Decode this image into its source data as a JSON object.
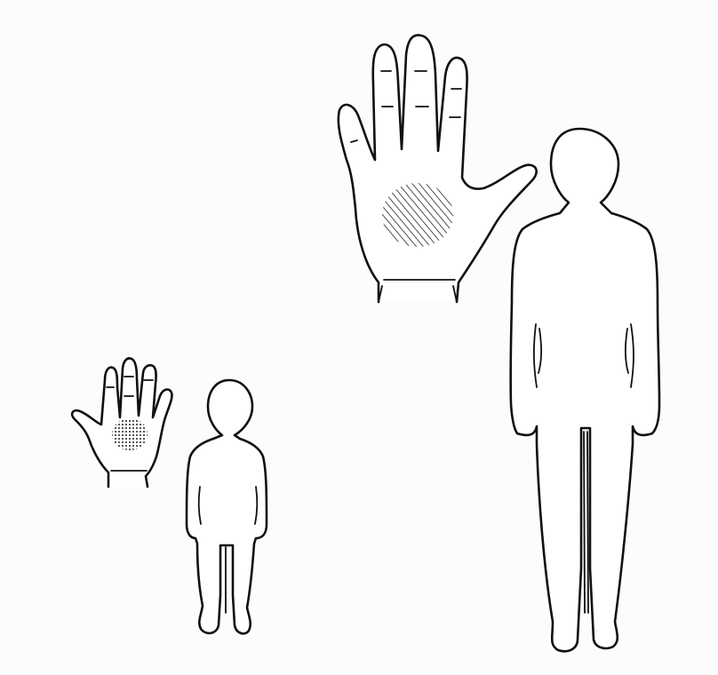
{
  "figures": [
    {
      "name": "small-hand",
      "palm_mark": "dotted"
    },
    {
      "name": "child",
      "description_shown": ""
    },
    {
      "name": "large-hand",
      "palm_mark": "hatched"
    },
    {
      "name": "adult",
      "description_shown": ""
    }
  ],
  "colors": {
    "background": "#fcfcfc",
    "line": "#111111"
  }
}
